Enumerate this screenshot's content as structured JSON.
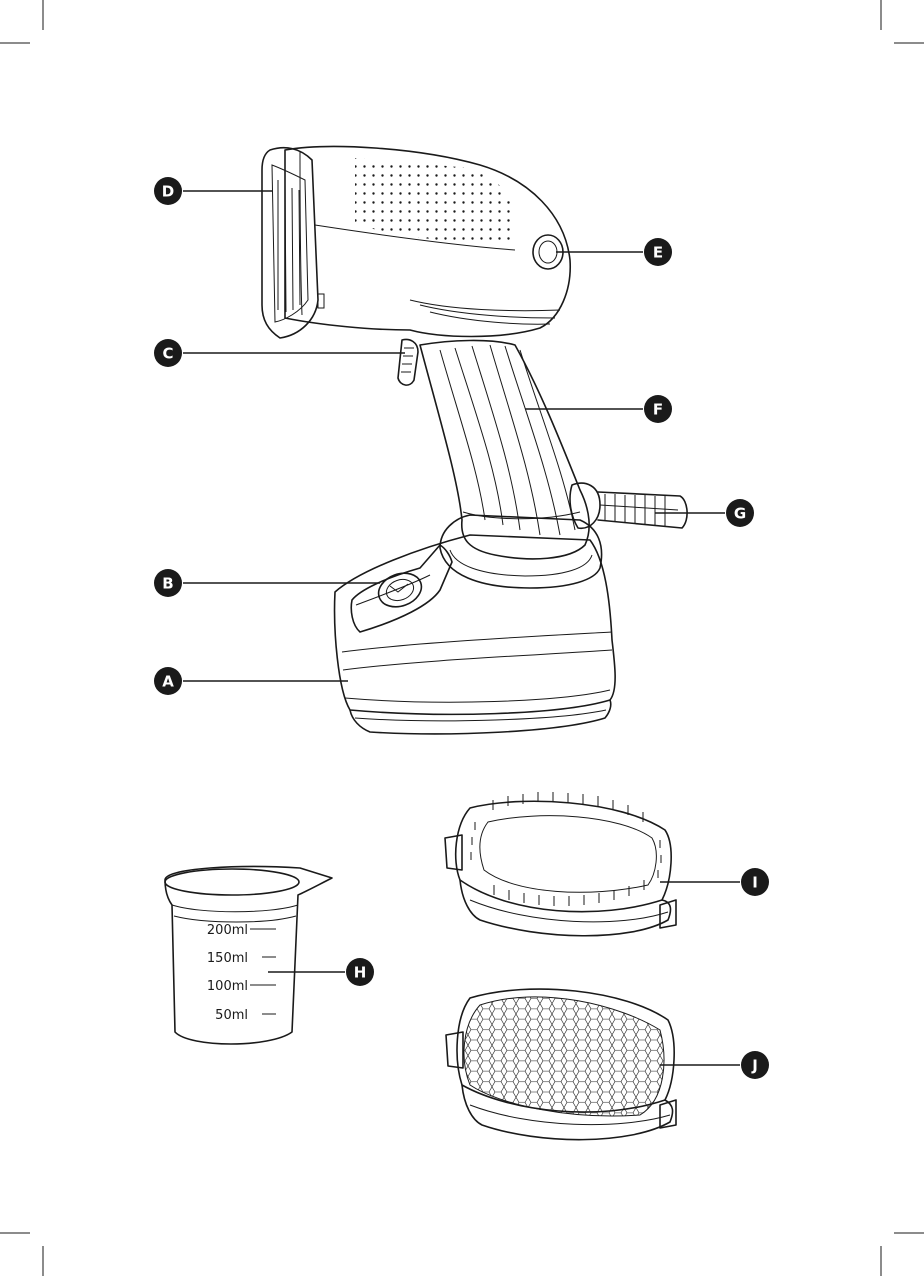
{
  "colors": {
    "ink": "#1a1a1a",
    "paper": "#ffffff"
  },
  "callouts": {
    "a": "A",
    "b": "B",
    "c": "C",
    "d": "D",
    "e": "E",
    "f": "F",
    "g": "G",
    "h": "H",
    "i": "I",
    "j": "J"
  },
  "cup_scale": [
    "200ml",
    "150ml",
    "100ml",
    "50ml"
  ]
}
